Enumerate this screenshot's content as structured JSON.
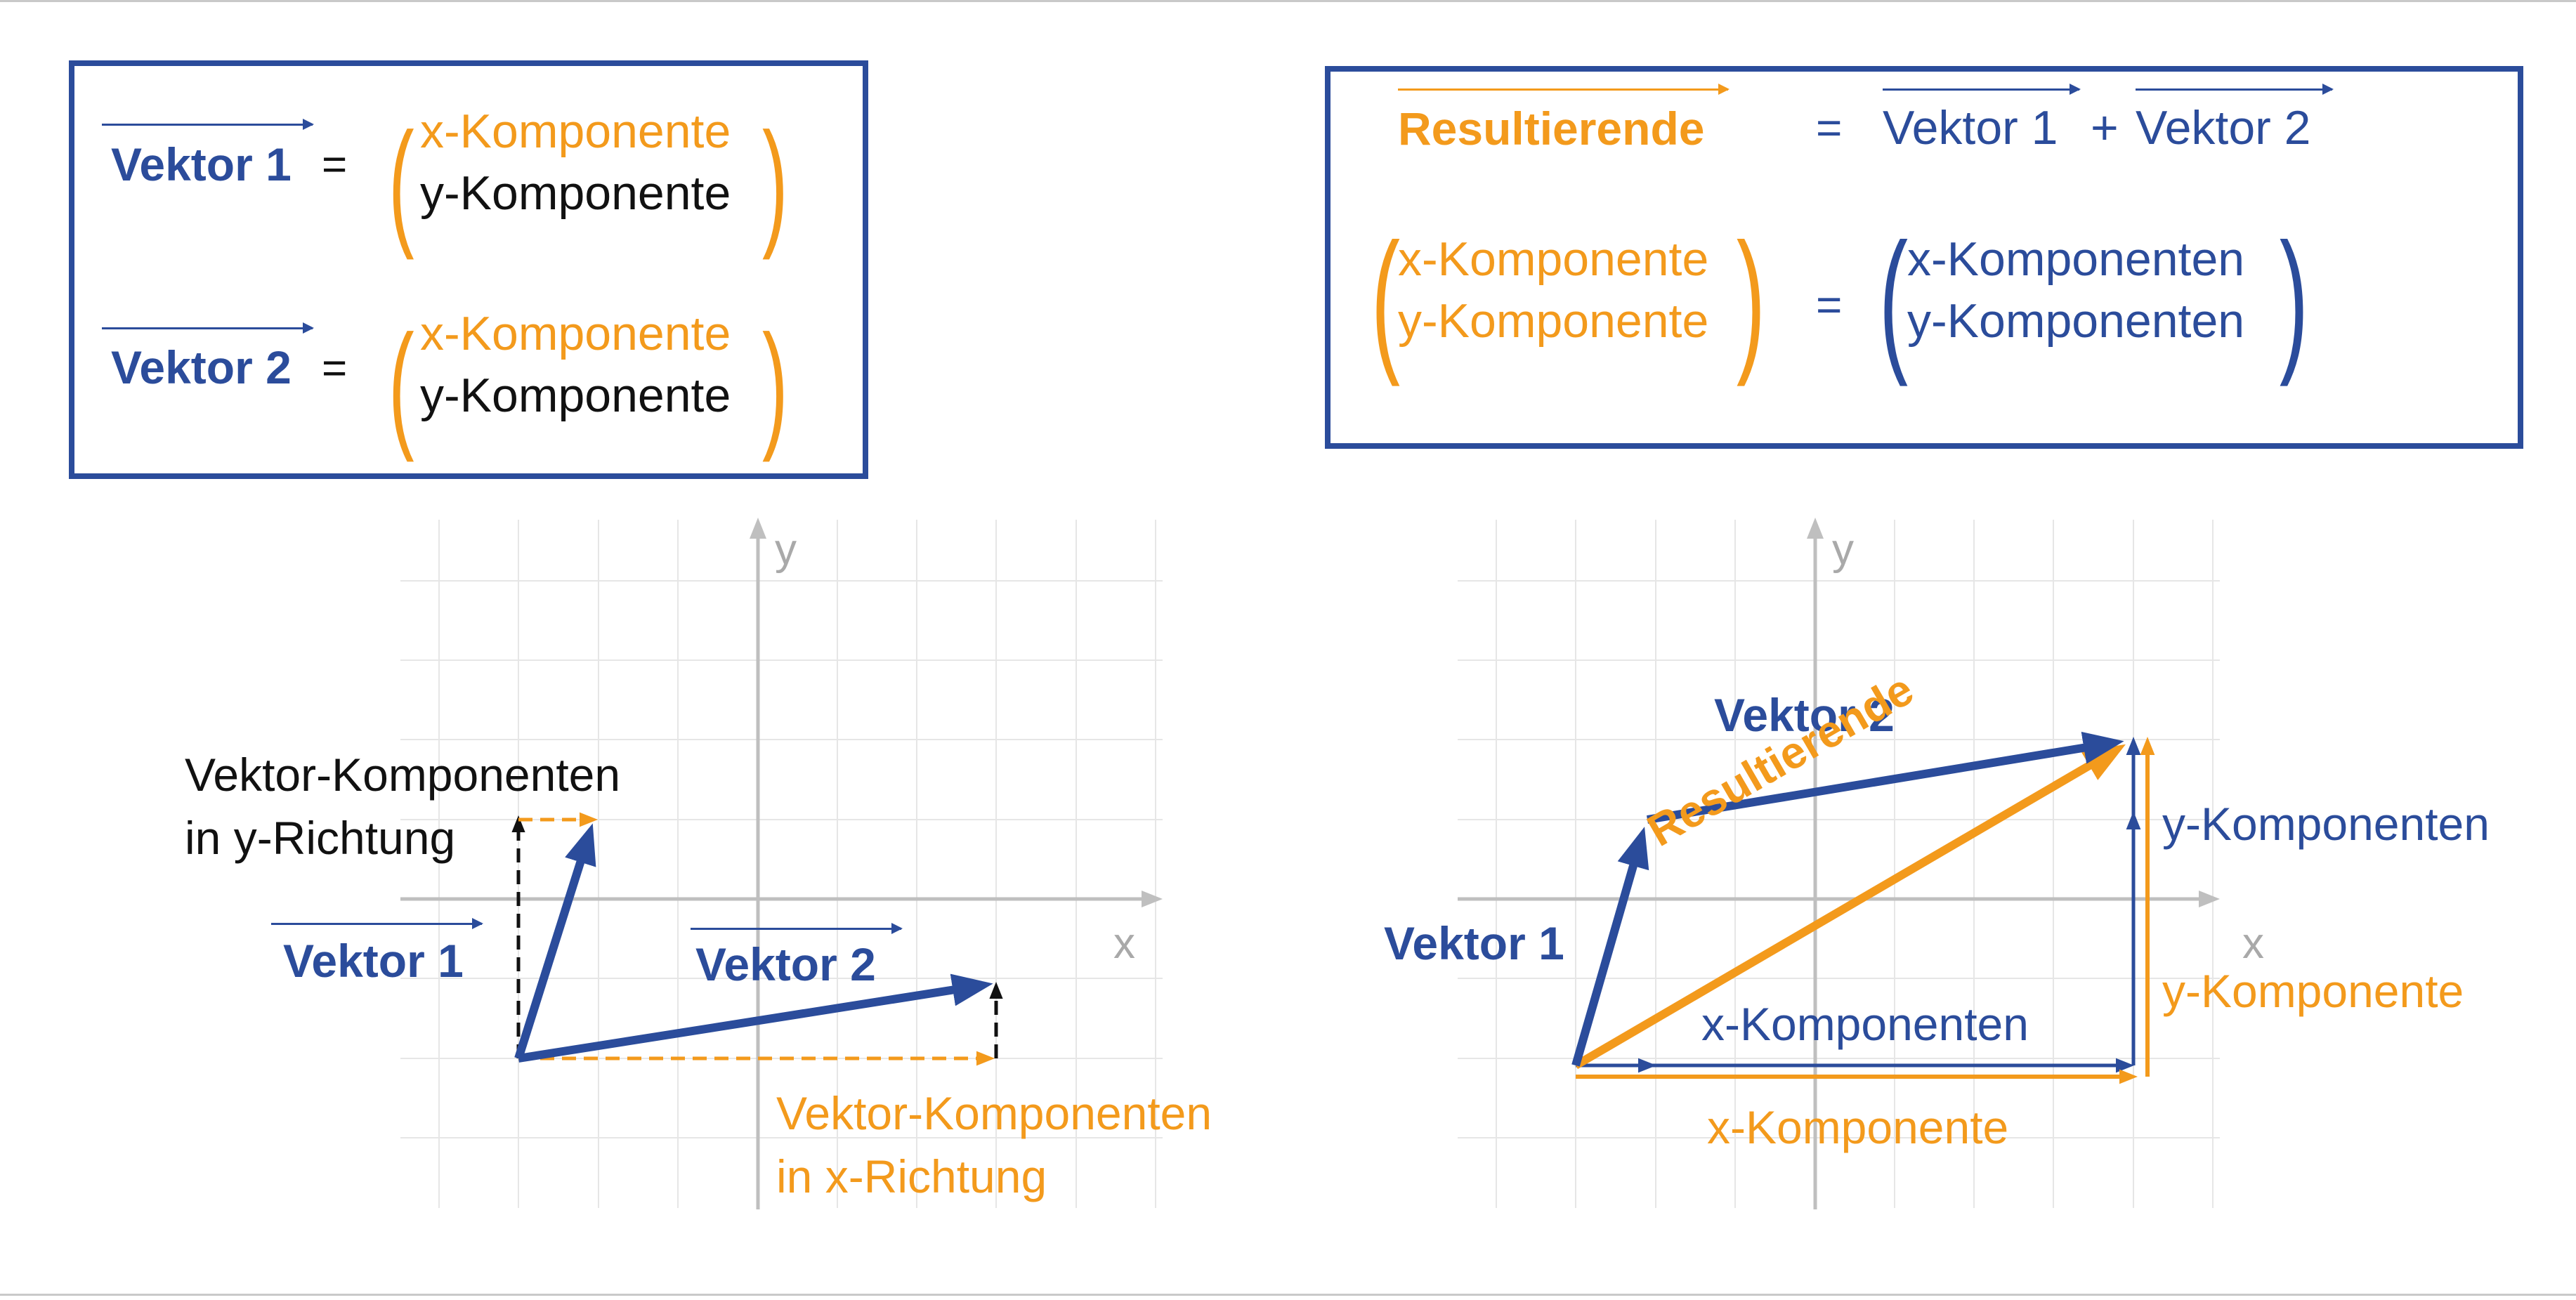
{
  "colors": {
    "blue": "#2b4c9b",
    "orange": "#f39a1c",
    "black": "#111111",
    "grid": "#e6e6e6",
    "axis": "#bfbfbf"
  },
  "box1": {
    "row1": {
      "name": "Vektor 1",
      "eq": "=",
      "x": "x-Komponente",
      "y": "y-Komponente"
    },
    "row2": {
      "name": "Vektor 2",
      "eq": "=",
      "x": "x-Komponente",
      "y": "y-Komponente"
    }
  },
  "box2": {
    "resultant": "Resultierende",
    "eq1": "=",
    "v1": "Vektor 1",
    "plus": "+",
    "v2": "Vektor 2",
    "left_x": "x-Komponente",
    "left_y": "y-Komponente",
    "eq2": "=",
    "right_x": "x-Komponenten",
    "right_y": "y-Komponenten"
  },
  "diagram_left": {
    "axis_x": "x",
    "axis_y": "y",
    "label_y_components": [
      "Vektor-Komponenten",
      "in y-Richtung"
    ],
    "label_x_components": [
      "Vektor-Komponenten",
      "in x-Richtung"
    ],
    "label_v1": "Vektor 1",
    "label_v2": "Vektor 2"
  },
  "diagram_right": {
    "axis_x": "x",
    "axis_y": "y",
    "label_v1": "Vektor 1",
    "label_v2": "Vektor 2",
    "label_resultant": "Resultierende",
    "label_y_components": "y-Komponenten",
    "label_y_component": "y-Komponente",
    "label_x_components": "x-Komponenten",
    "label_x_component": "x-Komponente"
  }
}
